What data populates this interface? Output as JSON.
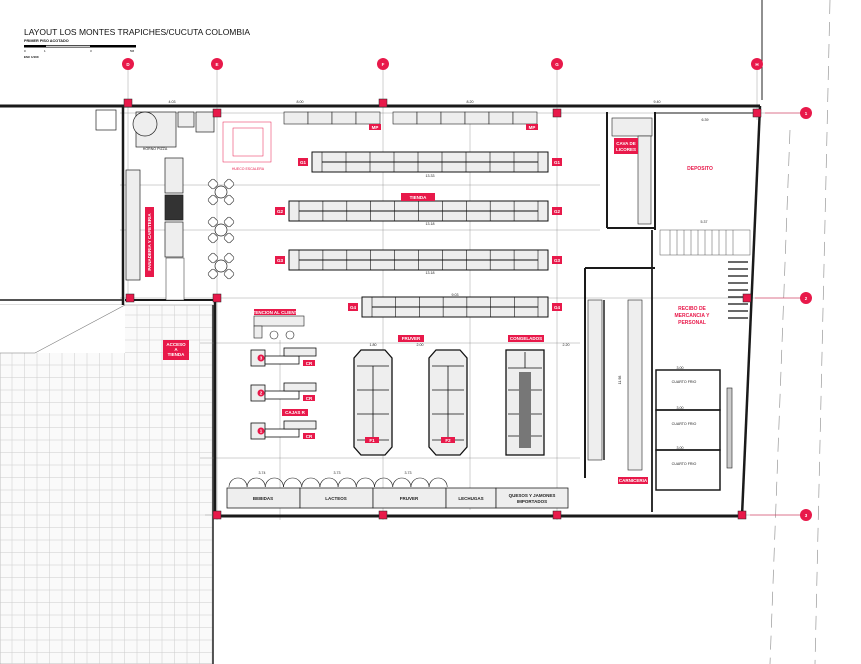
{
  "title": "LAYOUT LOS MONTES TRAPICHES/CUCUTA COLOMBIA",
  "subtitle": "PRIMER PISO ACOTADO",
  "scale": {
    "ticks": [
      "0",
      "1",
      "3",
      "5M"
    ],
    "label": "ESC 1/100"
  },
  "grid_axes": {
    "columns": [
      "D",
      "E",
      "F",
      "G",
      "H"
    ],
    "rows": [
      "1",
      "2",
      "3"
    ]
  },
  "rooms": {
    "horno": "HORNO PIZZA",
    "panaderia": "PANADERIA Y CAFETERIA",
    "escalera": "HUECO ESCALERA",
    "tienda": "TIENDA",
    "cava": [
      "CAVA DE",
      "LICORES"
    ],
    "deposito": "DEPOSITO",
    "recibo": [
      "RECIBO DE",
      "MERCANCIA Y",
      "PERSONAL"
    ],
    "atencion": "ATENCION AL CLIENTE",
    "acceso": [
      "ACCESO",
      "A",
      "TIENDA"
    ],
    "fruver": "FRUVER",
    "congelados": "CONGELADOS",
    "cajas": "CAJAS R",
    "carniceria": "CARNICERIA",
    "cuarto1": "CUARTO FRIO",
    "cuarto2": "CUARTO FRIO",
    "cuarto3": "CUARTO FRIO"
  },
  "badges": {
    "g1": "G1",
    "g2": "G2",
    "g3": "G3",
    "g4": "G4",
    "f1": "F1",
    "f2": "F2",
    "cr": "CR",
    "mp": "MP",
    "caja1": "1",
    "caja2": "2",
    "caja3": "3"
  },
  "wall_counters": [
    "BEBIDAS",
    "LACTEOS",
    "FRUVER",
    "LECHUGAS",
    "QUESOS Y JAMONES",
    "IMPORTADOS"
  ],
  "dimensions": {
    "top": [
      "4.03",
      "8.00",
      "8.20",
      "9.40"
    ],
    "aisle_long": [
      "13.33",
      "13.18",
      "13.18",
      "9.03"
    ],
    "misc": [
      "2.00",
      "1.80",
      "2.20",
      "3.74",
      "3.73",
      "3.73",
      "5.37",
      "6.39",
      "3.00",
      "3.00",
      "3.00",
      "11.98"
    ]
  },
  "colors": {
    "accent": "#e8194a",
    "wall": "#1a1a1a",
    "fill": "#eeeeee",
    "grid": "#888888"
  }
}
